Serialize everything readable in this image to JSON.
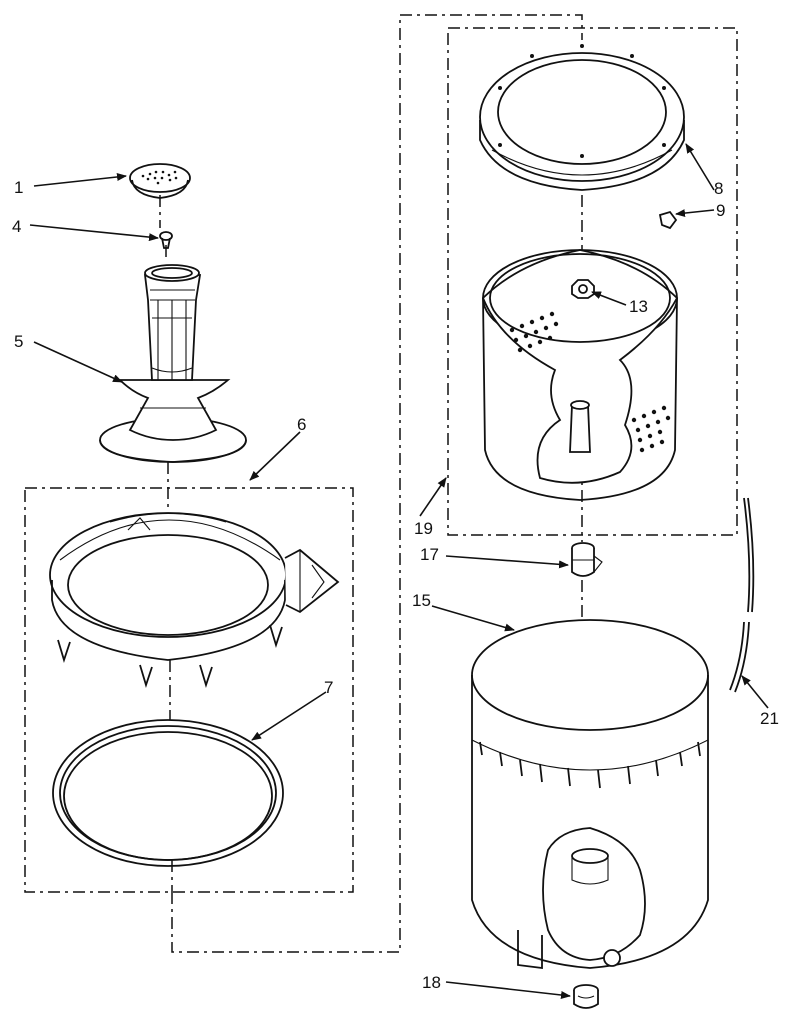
{
  "diagram": {
    "colors": {
      "line": "#111111",
      "background": "#ffffff"
    },
    "callouts": [
      {
        "id": "c1",
        "label": "1"
      },
      {
        "id": "c4",
        "label": "4"
      },
      {
        "id": "c5",
        "label": "5"
      },
      {
        "id": "c6",
        "label": "6"
      },
      {
        "id": "c7",
        "label": "7"
      },
      {
        "id": "c8",
        "label": "8"
      },
      {
        "id": "c9",
        "label": "9"
      },
      {
        "id": "c13",
        "label": "13"
      },
      {
        "id": "c15",
        "label": "15"
      },
      {
        "id": "c17",
        "label": "17"
      },
      {
        "id": "c18",
        "label": "18"
      },
      {
        "id": "c19",
        "label": "19"
      },
      {
        "id": "c21",
        "label": "21"
      }
    ]
  }
}
